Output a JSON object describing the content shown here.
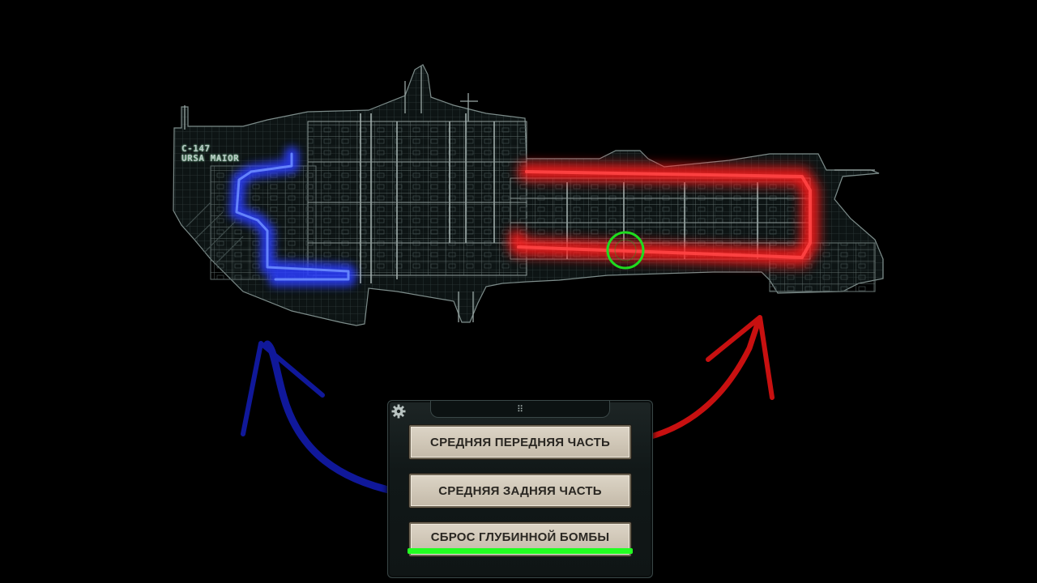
{
  "ship": {
    "hull_code": "C-147",
    "hull_name": "URSA MAIOR"
  },
  "panel": {
    "buttons": [
      {
        "label": "СРЕДНЯЯ ПЕРЕДНЯЯ ЧАСТЬ"
      },
      {
        "label": "СРЕДНЯЯ ЗАДНЯЯ ЧАСТЬ"
      },
      {
        "label": "СБРОС ГЛУБИННОЙ БОМБЫ"
      }
    ],
    "drag_icon": "⠿",
    "gear_icon": "gear-icon",
    "depth_charge_progress": 1.0
  },
  "colors": {
    "background": "#000000",
    "aft_route": "#2a3cff",
    "fore_route": "#ff1a1a",
    "target_marker": "#1fdc1f",
    "progress": "#22ff22",
    "blue_arrow": "#10189a",
    "red_arrow": "#c81010"
  }
}
